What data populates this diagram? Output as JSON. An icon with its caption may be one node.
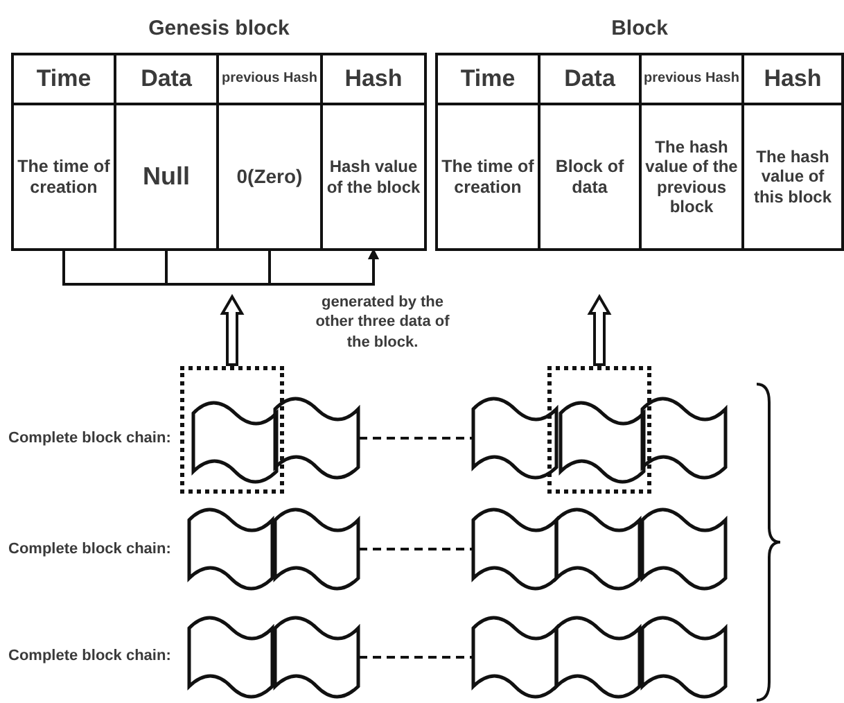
{
  "diagram": {
    "nodes": [
      {
        "text": [
          "Genesis block"
        ]
      },
      {
        "text": [
          "Time"
        ],
        "in": 0
      },
      {
        "text": [
          "Data"
        ],
        "in": 0
      },
      {
        "text": [
          "previous Hash"
        ],
        "in": 0
      },
      {
        "text": [
          "Hash"
        ],
        "in": 0
      },
      {
        "text": [
          "The time of creation"
        ],
        "in": 0
      },
      {
        "text": [
          "Null"
        ],
        "in": 0
      },
      {
        "text": [
          "0(Zero)"
        ],
        "in": 0
      },
      {
        "text": [
          "Hash value of the block"
        ],
        "in": 0
      },
      {
        "text": [
          "Block"
        ]
      },
      {
        "text": [
          "Time"
        ],
        "in": 9
      },
      {
        "text": [
          "Data"
        ],
        "in": 9
      },
      {
        "text": [
          "previous Hash"
        ],
        "in": 9
      },
      {
        "text": [
          "Hash"
        ],
        "in": 9
      },
      {
        "text": [
          "The time of creation"
        ],
        "in": 9
      },
      {
        "text": [
          "Block of data"
        ],
        "in": 9
      },
      {
        "text": [
          "The hash value of the previous block"
        ],
        "in": 9
      },
      {
        "text": [
          "The hash value of this block"
        ],
        "in": 9
      },
      {
        "text": [],
        "shape": "box"
      },
      {
        "text": [],
        "shape": "wave",
        "in": 18
      },
      {
        "text": [],
        "shape": "wave"
      },
      {
        "text": [],
        "shape": "wave"
      },
      {
        "text": [],
        "shape": "box"
      },
      {
        "text": [],
        "shape": "wave",
        "in": 22
      },
      {
        "text": [],
        "shape": "wave"
      },
      {
        "text": [],
        "shape": "wave"
      },
      {
        "text": [],
        "shape": "wave"
      },
      {
        "text": [],
        "shape": "wave"
      },
      {
        "text": [],
        "shape": "wave"
      },
      {
        "text": [],
        "shape": "wave"
      },
      {
        "text": [],
        "shape": "wave"
      },
      {
        "text": [],
        "shape": "wave"
      },
      {
        "text": [],
        "shape": "wave"
      },
      {
        "text": [],
        "shape": "wave"
      },
      {
        "text": [],
        "shape": "wave"
      }
    ],
    "edges": [
      {
        "from": 5,
        "to": 8,
        "arrow": "to"
      },
      {
        "from": 6,
        "to": 8,
        "arrow": "to"
      },
      {
        "from": 7,
        "to": 8,
        "arrow": "to"
      },
      {
        "from": 18,
        "to": 0,
        "arrow": "to"
      },
      {
        "from": 22,
        "to": 9,
        "arrow": "to"
      },
      {
        "from": 20,
        "to": 21,
        "arrow": "none",
        "style": "dashed"
      },
      {
        "from": 26,
        "to": 27,
        "arrow": "none",
        "style": "dashed"
      },
      {
        "from": 31,
        "to": 32,
        "arrow": "none",
        "style": "dashed"
      }
    ],
    "labels": [
      "generated by the other three data of the block.",
      "Complete block chain:",
      "Complete block chain:",
      "Complete block chain:"
    ]
  }
}
